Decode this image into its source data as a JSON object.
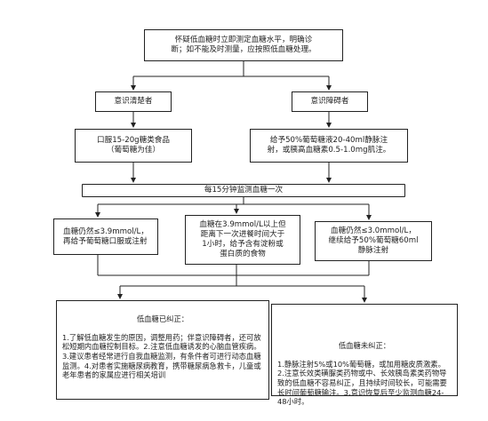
{
  "nodes": {
    "top": "怀疑低血糖时立即测定血糖水平，明确诊\n断；如不能及时测量，应按照低血糖处理。",
    "conscious": "意识清楚者",
    "impaired": "意识障碍者",
    "oral": "口服15-20g糖类食品\n（葡萄糖为佳）",
    "iv": "给予50%葡萄糖液20-40ml静脉注\n射，或胰高血糖素0.5-1.0mg肌注。",
    "monitor": "每15分钟监测血糖一次",
    "result_a": "血糖仍然≤3.9mmol/L，\n再给予葡萄糖口服或注射",
    "result_b": "血糖在3.9mmol/L以上但\n距离下一次进餐时间大于\n1小时，给予含有淀粉或\n蛋白质的食物",
    "result_c": "血糖仍然≤3.0mmol/L，\n继续给予50%葡萄糖60ml\n静脉注射",
    "corrected_title": "低血糖已纠正：",
    "corrected_body": "1.了解低血糖发生的原因，调整用药；伴意识障碍者，还可放松短期内血糖控制目标。2.注意低血糖诱发的心脑血管疾病。3.建议患者经常进行自我血糖监测，有条件者可进行动态血糖监测。4.对患者实施糖尿病教育，携带糖尿病急救卡，儿童或老年患者的家属应进行相关培训",
    "uncorrected_title": "低血糖未纠正：",
    "uncorrected_body": "1.静脉注射5%或10%葡萄糖，或加用糖皮质激素。2.注意长效类磺脲类药物或中、长效胰岛素类药物导致的低血糖不容易纠正，且持续时间较长，可能需要长时间葡萄糖输注。3.意识恢复后至少监测血糖24-48小时。"
  }
}
